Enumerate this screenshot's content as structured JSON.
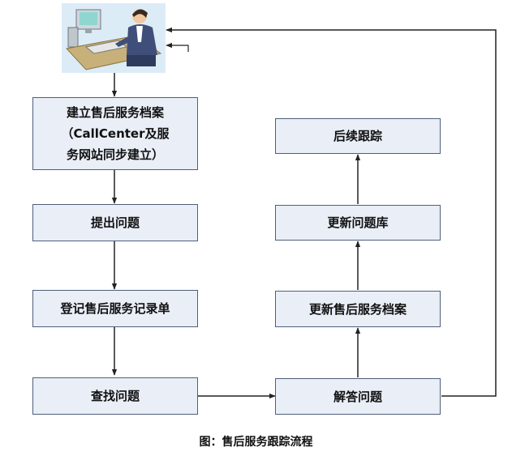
{
  "flow": {
    "create_archive": [
      "建立售后服务档案",
      "（CallCenter及服",
      "务网站同步建立）"
    ],
    "raise_issue": "提出问题",
    "register_record": "登记售后服务记录单",
    "search": "查找问题",
    "answer": "解答问题",
    "update_archive": "更新售后服务档案",
    "update_library": "更新问题库",
    "follow_up": "后续跟踪"
  },
  "caption": "图：售后服务跟踪流程",
  "colors": {
    "box_fill": "#e9eef7",
    "box_border": "#4f5f7a",
    "arrow": "#222222",
    "clipart_bg": "#dcecf7"
  },
  "icons": [
    "operator-at-computer-icon"
  ]
}
